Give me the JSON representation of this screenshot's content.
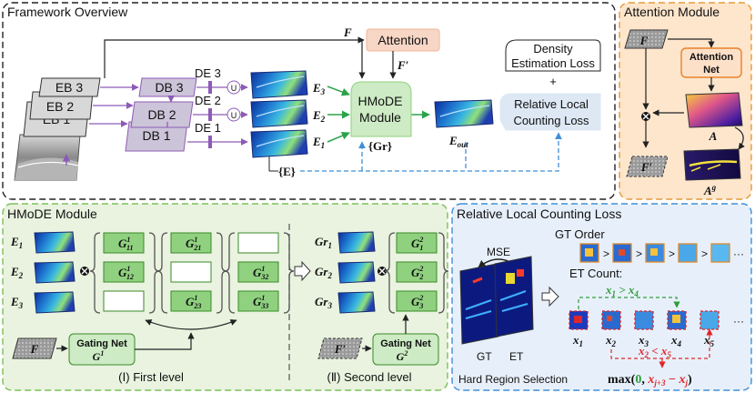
{
  "framework": {
    "title": "Framework Overview",
    "encoder_blocks": [
      "EB 3",
      "EB 2",
      "EB 1"
    ],
    "decoder_blocks": [
      "DB 3",
      "DB 2",
      "DB 1"
    ],
    "density_estimators": [
      "DE 3",
      "DE 2",
      "DE 1"
    ],
    "upsample_symbol": "U",
    "estimate_labels": [
      "E",
      "E",
      "E"
    ],
    "estimate_subs": [
      "3",
      "2",
      "1"
    ],
    "feature_label": "F",
    "feature_prime_label": "F′",
    "attention_box": "Attention",
    "hmode_box": [
      "HMoDE",
      "Module"
    ],
    "gr_set": "{Gr}",
    "output_label": "E",
    "output_sub": "out",
    "e_set": "{E}",
    "density_loss": [
      "Density",
      "Estimation Loss"
    ],
    "plus": "+",
    "rlc_loss": [
      "Relative Local",
      "Counting Loss"
    ]
  },
  "attention": {
    "title": "Attention Module",
    "input": "F",
    "net": [
      "Attention",
      "Net"
    ],
    "map": "A",
    "output": "F′",
    "gated_map": "A",
    "gated_sup": "g",
    "multiply": "⊗"
  },
  "hmode": {
    "title": "HMoDE Module",
    "inputs": [
      "E",
      "E",
      "E"
    ],
    "input_subs": [
      "1",
      "2",
      "3"
    ],
    "level1_col1": [
      {
        "sub": "11"
      },
      {
        "sub": "12"
      }
    ],
    "level1_col2": [
      {
        "sub": "21"
      },
      {
        "sub": "23"
      }
    ],
    "level1_col3": [
      {
        "sub": "32"
      },
      {
        "sub": "33"
      }
    ],
    "gate_base": "G",
    "level1_sup": "1",
    "level2_sup": "2",
    "level2_subs": [
      "1",
      "2",
      "3"
    ],
    "gr_labels": [
      "Gr",
      "Gr",
      "Gr"
    ],
    "gr_subs": [
      "1",
      "2",
      "3"
    ],
    "gating_net_1": {
      "label": "Gating Net",
      "sym": "G",
      "sup": "1"
    },
    "gating_net_2": {
      "label": "Gating Net",
      "sym": "G",
      "sup": "2"
    },
    "feature": "F",
    "feature_prime": "F′",
    "level1_caption": "(Ⅰ) First level",
    "level2_caption": "(Ⅱ) Second level"
  },
  "rlcl": {
    "title": "Relative Local Counting Loss",
    "mse": "MSE",
    "gt": "GT",
    "et": "ET",
    "hard_region": "Hard Region Selection",
    "gt_order": "GT Order",
    "gt_order_sep": ">",
    "ellipsis": "···",
    "et_count": "ET Count:",
    "x_labels": [
      "x",
      "x",
      "x",
      "x",
      "x"
    ],
    "x_subs": [
      "1",
      "2",
      "3",
      "4",
      "5"
    ],
    "cmp_green": "x1 > x4",
    "cmp_red": "x2 < x5",
    "max_formula": "max(0, x_{j+3} − x_j)"
  },
  "colors": {
    "green_block": "#8fd17f",
    "green_panel": "#e9f3df",
    "blue_panel": "#e7f0fa",
    "orange_panel": "#fde6cc",
    "purple": "#8d5bb6",
    "red_text": "#e0262b",
    "green_text": "#2f9e3a",
    "blue_dash": "#3f8fd8"
  }
}
